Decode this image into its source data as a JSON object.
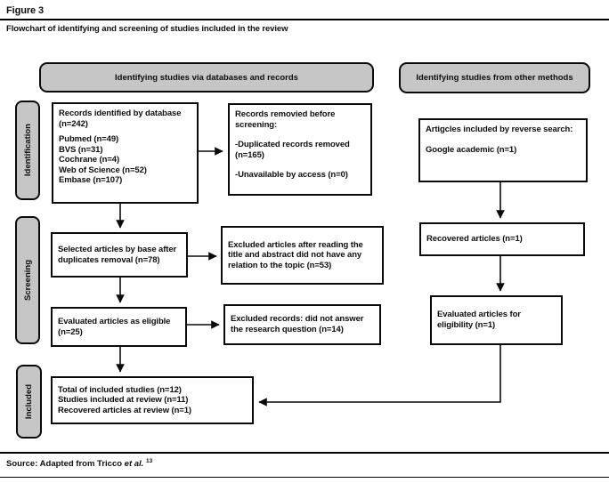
{
  "figure": {
    "label": "Figure 3",
    "caption": "Flowchart of identifying and screening of studies included in the review",
    "source": {
      "prefix": "Source: Adapted from Tricco ",
      "etal": "et al.",
      "ref": "13"
    }
  },
  "column_headers": {
    "databases": "Identifying studies via databases and records",
    "other_methods": "Identifying studies from other methods"
  },
  "stage_labels": {
    "identification": "Identification",
    "screening": "Screening",
    "included": "Included"
  },
  "boxes": {
    "records_identified": {
      "title": "Records identified by database (n=242)",
      "items": [
        "Pubmed (n=49)",
        "BVS (n=31)",
        "Cochrane (n=4)",
        "Web of Science (n=52)",
        "Embase (n=107)"
      ]
    },
    "records_removed": {
      "title": "Records removied before screening:",
      "items": [
        "-Duplicated records removed (n=165)",
        "-Unavailable by access (n=0)"
      ]
    },
    "reverse_search": {
      "title": "Artigcles included by reverse search:",
      "items": [
        "Google academic (n=1)"
      ]
    },
    "selected_articles": {
      "title": "Selected articles by base after duplicates removal (n=78)"
    },
    "excluded_title_abstract": {
      "title": "Excluded articles after reading the title and abstract did not have any relation to the topic (n=53)"
    },
    "recovered_articles": {
      "title": "Recovered articles (n=1)"
    },
    "evaluated_eligible": {
      "title": "Evaluated articles as eligible (n=25)"
    },
    "excluded_records": {
      "title": "Excluded records: did not answer the research question (n=14)"
    },
    "evaluated_eligibility": {
      "title": "Evaluated articles for eligibility (n=1)"
    },
    "included_total": {
      "items": [
        "Total of included studies (n=12)",
        "Studies included at review (n=11)",
        "Recovered articles at review (n=1)"
      ]
    }
  },
  "colors": {
    "header_fill": "#c6c6c6",
    "box_border": "#0a0a0a",
    "text": "#0d0d0d"
  }
}
